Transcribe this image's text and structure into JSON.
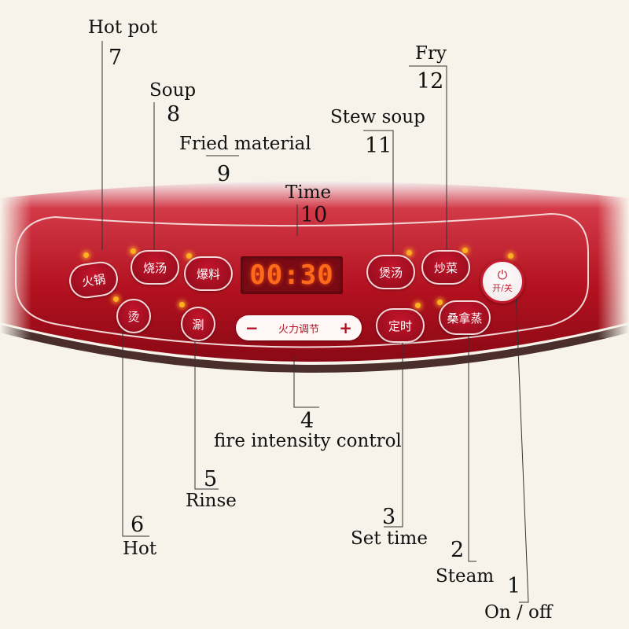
{
  "panel": {
    "display_time": "00:30",
    "intensity_label": "火力调节",
    "minus": "−",
    "plus": "+",
    "power_symbol": "⏻",
    "buttons": {
      "hotpot": "火锅",
      "soup": "烧汤",
      "fried": "爆料",
      "stew": "煲汤",
      "fry": "炒菜",
      "power": "开/关",
      "hot": "烫",
      "rinse": "涮",
      "settime": "定时",
      "steam": "桑拿蒸"
    }
  },
  "callouts": [
    {
      "id": "on-off",
      "name": "On / off",
      "number": "1"
    },
    {
      "id": "steam",
      "name": "Steam",
      "number": "2"
    },
    {
      "id": "set-time",
      "name": "Set time",
      "number": "3"
    },
    {
      "id": "fire",
      "name": "fire intensity control",
      "number": "4"
    },
    {
      "id": "rinse",
      "name": "Rinse",
      "number": "5"
    },
    {
      "id": "hot",
      "name": "Hot",
      "number": "6"
    },
    {
      "id": "hot-pot",
      "name": "Hot pot",
      "number": "7"
    },
    {
      "id": "soup",
      "name": "Soup",
      "number": "8"
    },
    {
      "id": "fried-material",
      "name": "Fried material",
      "number": "9"
    },
    {
      "id": "time",
      "name": "Time",
      "number": "10"
    },
    {
      "id": "stew-soup",
      "name": "Stew soup",
      "number": "11"
    },
    {
      "id": "fry",
      "name": "Fry",
      "number": "12"
    }
  ],
  "colors": {
    "panel_red": "#b3111f",
    "led_orange": "#ffb020",
    "display_digits": "#ff6a1a",
    "background": "#f7f3ea"
  }
}
